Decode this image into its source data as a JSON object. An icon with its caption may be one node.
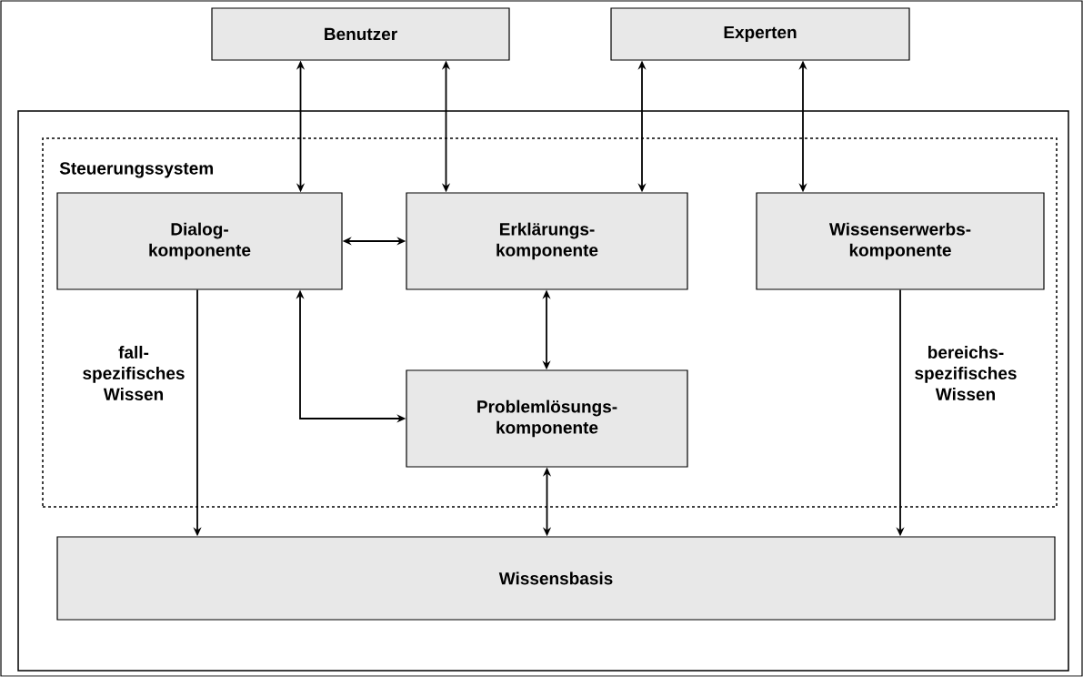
{
  "diagram": {
    "nodes": [
      {
        "text": [
          "Benutzer"
        ]
      },
      {
        "text": [
          "Experten"
        ]
      },
      {
        "text": [],
        "shape": "box"
      },
      {
        "text": [
          "Steuerungssystem"
        ],
        "in": 2
      },
      {
        "text": [
          "Dialog- komponente"
        ],
        "in": 3
      },
      {
        "text": [
          "Erklärungs- komponente"
        ],
        "in": 3
      },
      {
        "text": [
          "Wissenserwerbs- komponente"
        ],
        "in": 3
      },
      {
        "text": [
          "Problemlösungs- komponente"
        ],
        "in": 3
      },
      {
        "text": [
          "Wissensbasis"
        ],
        "in": 2
      }
    ],
    "edges": [
      {
        "from": 0,
        "to": 4,
        "arrow": "both"
      },
      {
        "from": 0,
        "to": 5,
        "arrow": "both"
      },
      {
        "from": 1,
        "to": 5,
        "arrow": "both"
      },
      {
        "from": 1,
        "to": 6,
        "arrow": "both"
      },
      {
        "from": 4,
        "to": 5,
        "arrow": "both"
      },
      {
        "from": 5,
        "to": 7,
        "arrow": "both"
      },
      {
        "from": 4,
        "to": 7,
        "arrow": "both"
      },
      {
        "from": 4,
        "to": 8,
        "arrow": "to",
        "label": "fall- spezifisches Wissen"
      },
      {
        "from": 7,
        "to": 8,
        "arrow": "both"
      },
      {
        "from": 6,
        "to": 8,
        "arrow": "to",
        "label": "bereichs- spezifisches Wissen"
      }
    ]
  }
}
